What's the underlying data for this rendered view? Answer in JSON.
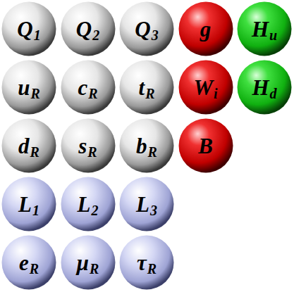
{
  "diagram": {
    "nodes": [
      {
        "text": [
          "Q",
          "1"
        ]
      },
      {
        "text": [
          "Q",
          "2"
        ]
      },
      {
        "text": [
          "Q",
          "3"
        ]
      },
      {
        "text": [
          "g"
        ]
      },
      {
        "text": [
          "H",
          "u"
        ]
      },
      {
        "text": [
          "u",
          "R"
        ]
      },
      {
        "text": [
          "c",
          "R"
        ]
      },
      {
        "text": [
          "t",
          "R"
        ]
      },
      {
        "text": [
          "W",
          "i"
        ]
      },
      {
        "text": [
          "H",
          "d"
        ]
      },
      {
        "text": [
          "d",
          "R"
        ]
      },
      {
        "text": [
          "s",
          "R"
        ]
      },
      {
        "text": [
          "b",
          "R"
        ]
      },
      {
        "text": [
          "B"
        ]
      },
      {
        "text": [
          "L",
          "1"
        ]
      },
      {
        "text": [
          "L",
          "2"
        ]
      },
      {
        "text": [
          "L",
          "3"
        ]
      },
      {
        "text": [
          "e",
          "R"
        ]
      },
      {
        "text": [
          "μ",
          "R"
        ]
      },
      {
        "text": [
          "τ",
          "R"
        ]
      }
    ]
  }
}
